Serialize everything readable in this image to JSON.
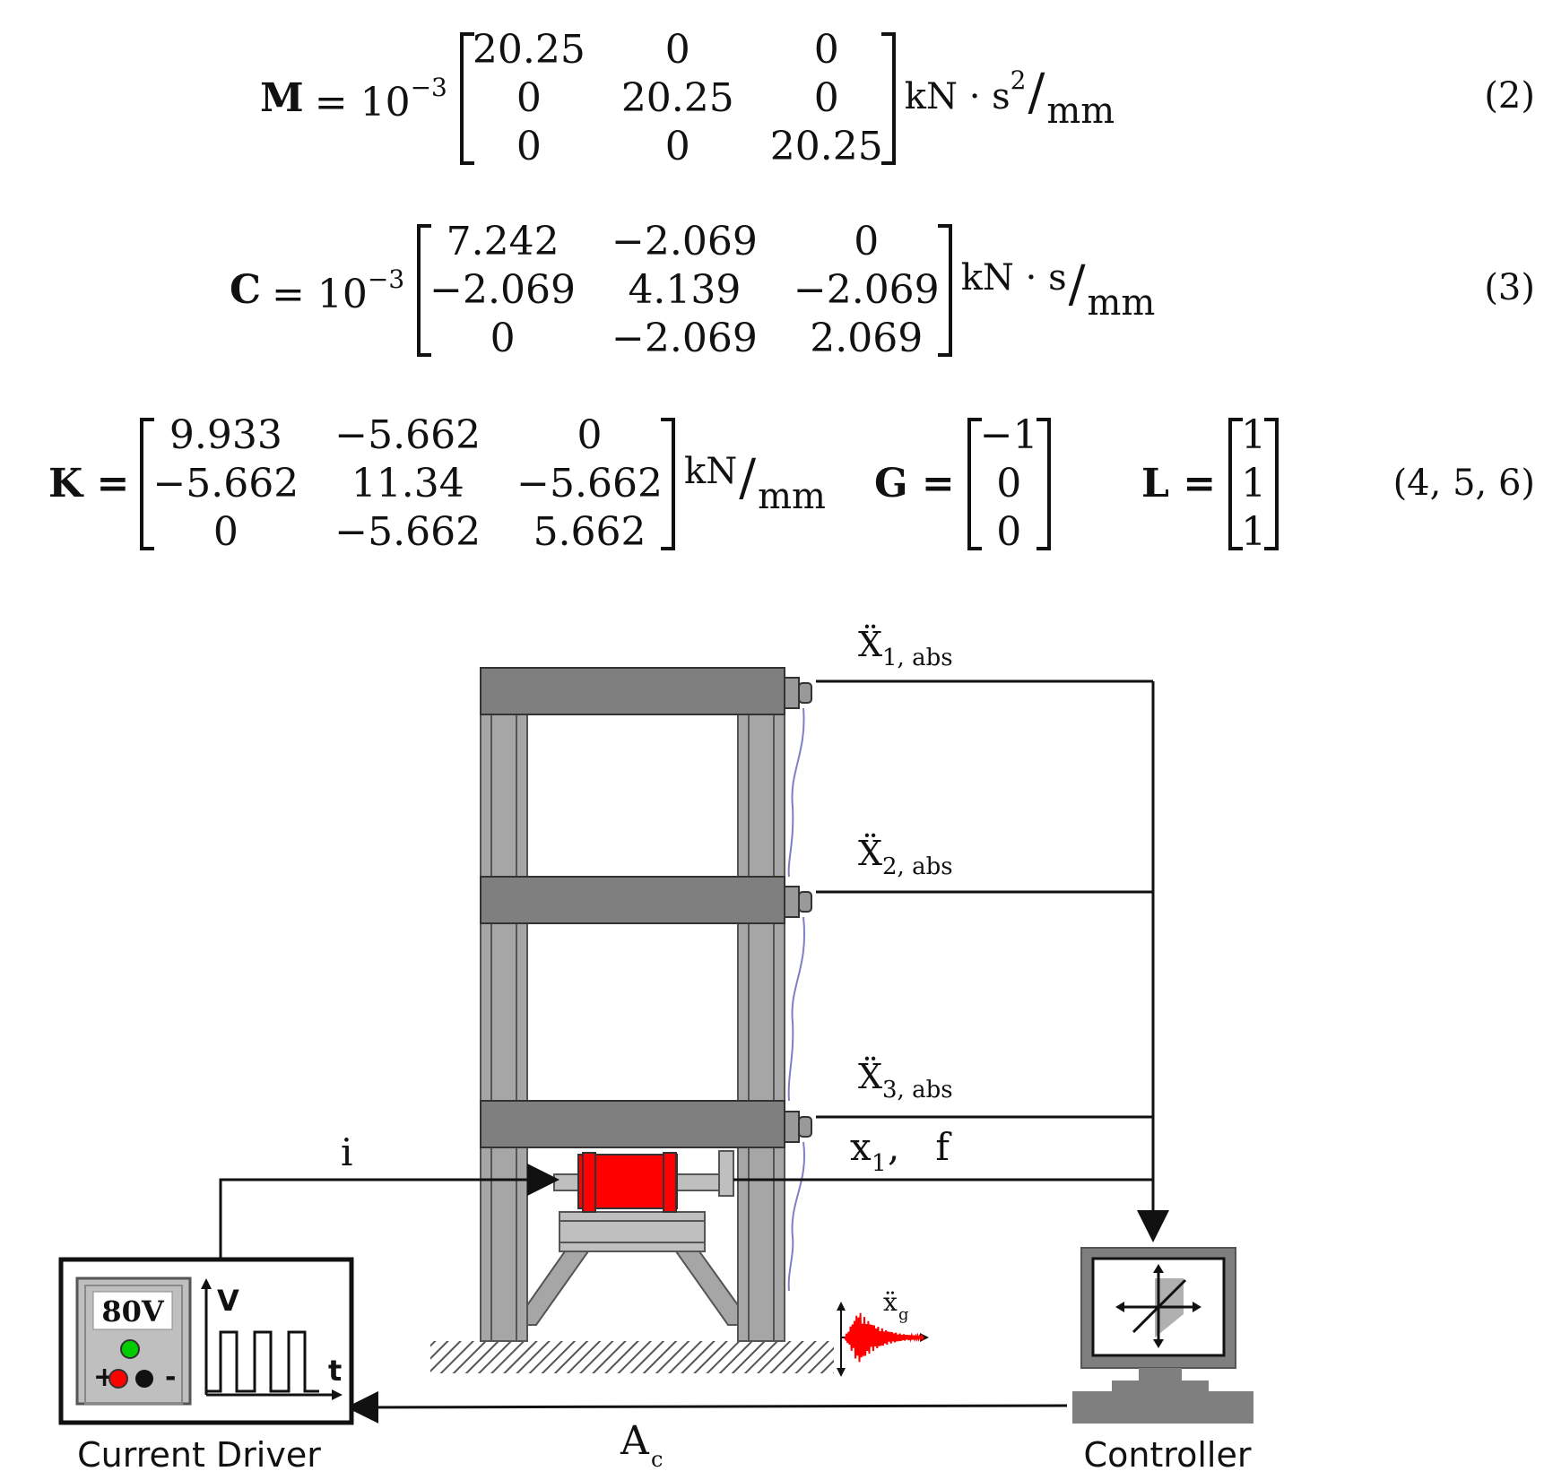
{
  "equations": {
    "eq2": {
      "lhs": "M",
      "factor_base": "= 10",
      "factor_exp": "−3",
      "matrix": [
        [
          "20.25",
          "0",
          "0"
        ],
        [
          "0",
          "20.25",
          "0"
        ],
        [
          "0",
          "0",
          "20.25"
        ]
      ],
      "unit_num": "kN · s",
      "unit_num_exp": "2",
      "unit_den": "mm",
      "number": "(2)"
    },
    "eq3": {
      "lhs": "C",
      "factor_base": "= 10",
      "factor_exp": "−3",
      "matrix": [
        [
          "7.242",
          "−2.069",
          "0"
        ],
        [
          "−2.069",
          "4.139",
          "−2.069"
        ],
        [
          "0",
          "−2.069",
          "2.069"
        ]
      ],
      "unit_num": "kN · s",
      "unit_den": "mm",
      "number": "(3)"
    },
    "eq456": {
      "k_lhs": "K =",
      "k_matrix": [
        [
          "9.933",
          "−5.662",
          "0"
        ],
        [
          "−5.662",
          "11.34",
          "−5.662"
        ],
        [
          "0",
          "−5.662",
          "5.662"
        ]
      ],
      "k_unit_num": "kN",
      "k_unit_den": "mm",
      "g_lhs": "G =",
      "g_vector": [
        "−1",
        "0",
        "0"
      ],
      "l_lhs": "L =",
      "l_vector": [
        "1",
        "1",
        "1"
      ],
      "number": "(4, 5, 6)"
    }
  },
  "diagram": {
    "labels": {
      "x1_abs": {
        "base": "Ẍ",
        "sub": "1, abs"
      },
      "x2_abs": {
        "base": "Ẍ",
        "sub": "2, abs"
      },
      "x3_abs": {
        "base": "Ẍ",
        "sub": "3, abs"
      },
      "x1_f": {
        "base": "x",
        "sub": "1",
        "rest": ",   f"
      },
      "current": "i",
      "ac": {
        "base": "A",
        "sub": "c"
      },
      "xg": {
        "base": "ẍ",
        "sub": "g"
      },
      "current_driver": "Current Driver",
      "controller": "Controller",
      "voltage_display": "80V",
      "axis_v": "V",
      "axis_t": "t",
      "plus": "+",
      "minus": "-"
    },
    "colors": {
      "frame": "#a6a6a6",
      "slab": "#7f7f7f",
      "damper": "#ff0000",
      "wire": "#7f7fc8",
      "led_green": "#00cc00",
      "led_red": "#ff0000"
    }
  }
}
